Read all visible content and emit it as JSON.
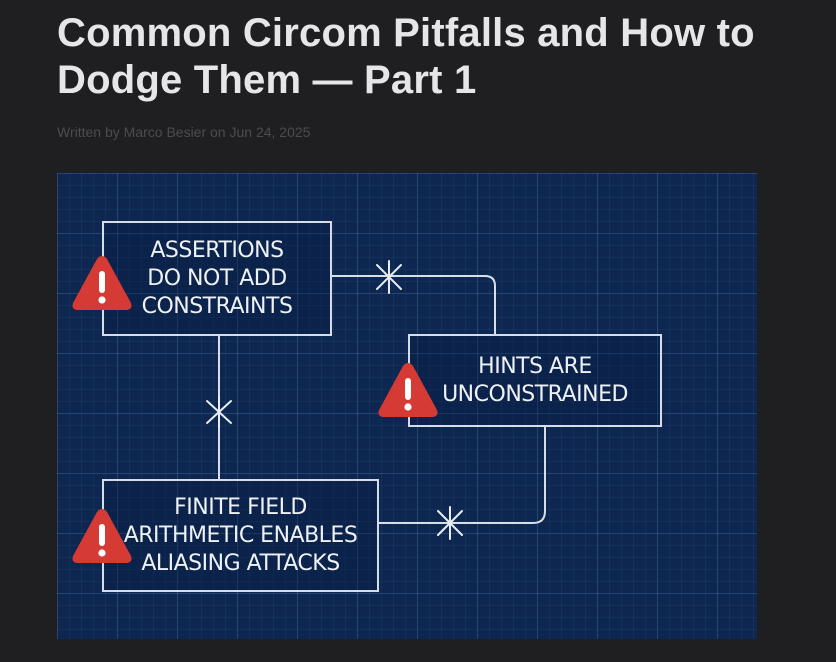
{
  "article": {
    "title": "Common Circom Pitfalls and How to Dodge Them — Part 1",
    "byline": {
      "prefix": "Written by",
      "author": "Marco Besier",
      "on": "on",
      "date": "Jun 24, 2025"
    }
  },
  "diagram": {
    "boxes": [
      {
        "label": "ASSERTIONS\n DO NOT ADD\nCONSTRAINTS"
      },
      {
        "label": "HINTS ARE\nUNCONSTRAINED"
      },
      {
        "label": "FINITE FIELD\nARITHMETIC ENABLES\n ALIASING ATTACKS"
      }
    ],
    "icon": "warning-triangle-icon",
    "colors": {
      "background": "#0d2750",
      "warning": "#d63a34",
      "line": "#d8dee8"
    }
  }
}
